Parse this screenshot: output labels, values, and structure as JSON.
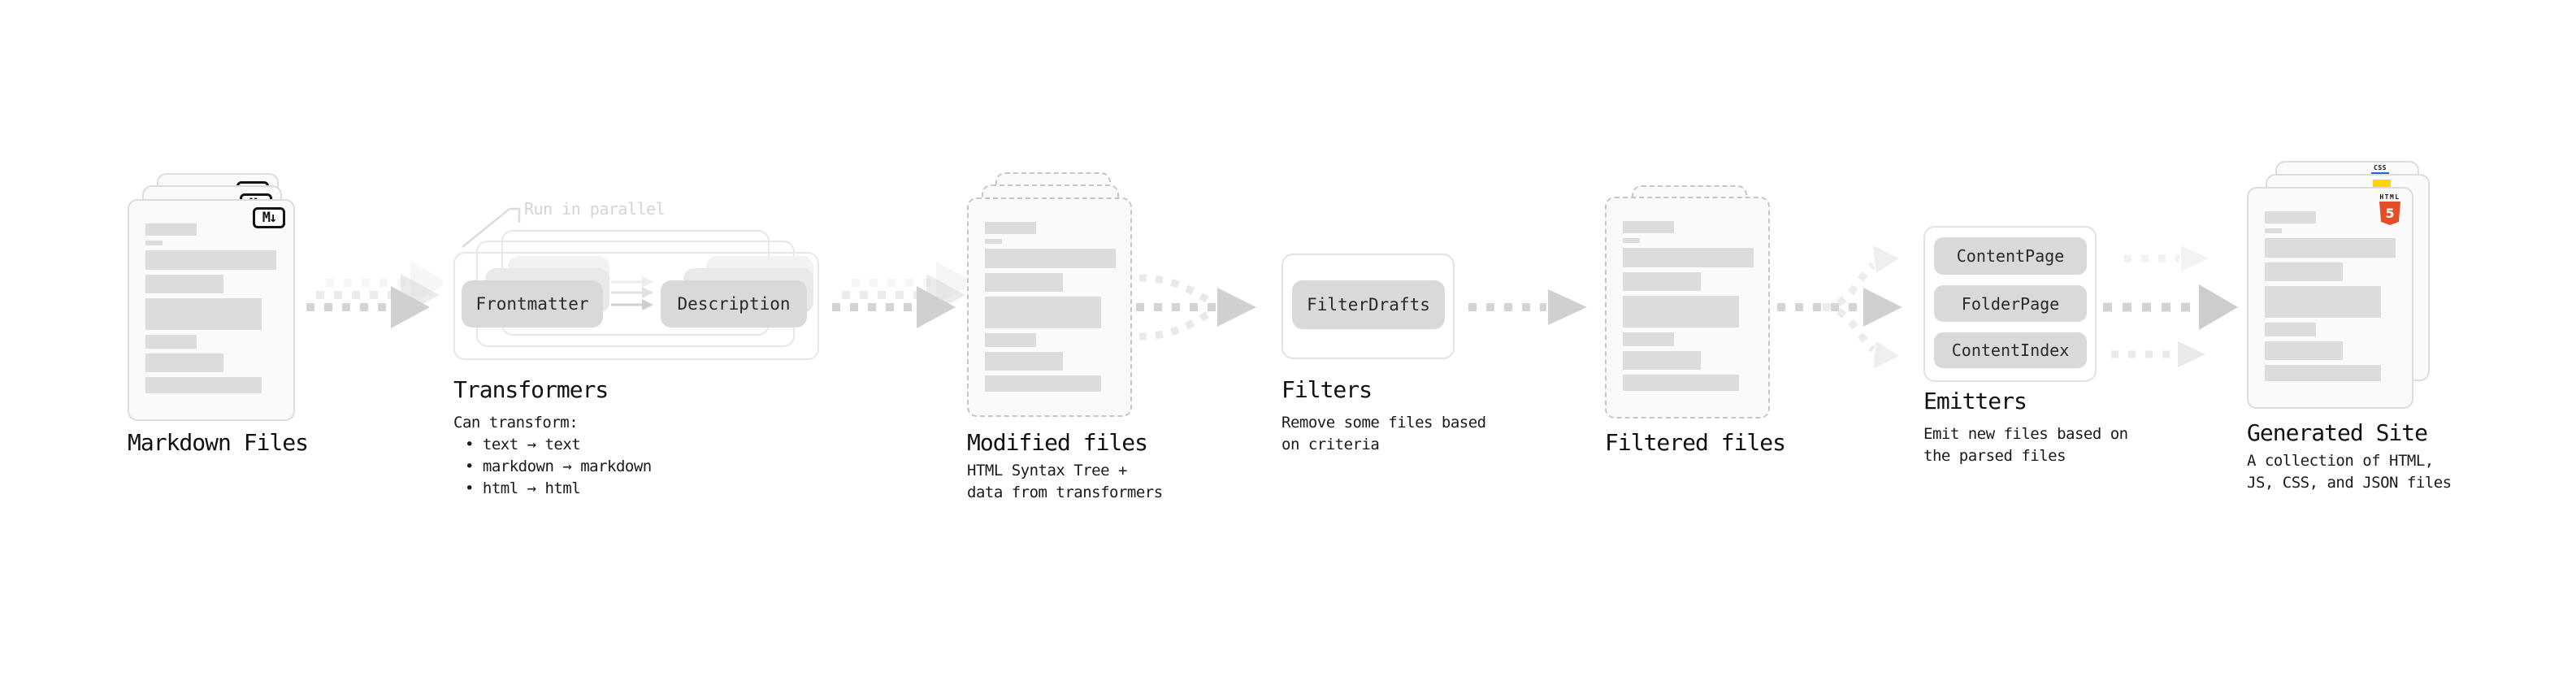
{
  "pipeline_order": [
    "Markdown Files",
    "Transformers",
    "Modified files",
    "Filters",
    "Filtered files",
    "Emitters",
    "Generated Site"
  ],
  "stages": {
    "markdown_files": {
      "label": "Markdown Files"
    },
    "transformers": {
      "label": "Transformers",
      "annotation": "Run in parallel",
      "pills": [
        "Frontmatter",
        "Description"
      ],
      "desc_heading": "Can transform:",
      "bullets": [
        "• text → text",
        "• markdown → markdown",
        "• html → html"
      ]
    },
    "modified_files": {
      "label": "Modified files",
      "desc_lines": [
        "HTML Syntax Tree +",
        "data from transformers"
      ]
    },
    "filters": {
      "label": "Filters",
      "pills": [
        "FilterDrafts"
      ],
      "desc_lines": [
        "Remove some files based",
        "on criteria"
      ]
    },
    "filtered_files": {
      "label": "Filtered files"
    },
    "emitters": {
      "label": "Emitters",
      "pills": [
        "ContentPage",
        "FolderPage",
        "ContentIndex"
      ],
      "desc_lines": [
        "Emit new files based on",
        "the parsed files"
      ]
    },
    "generated_site": {
      "label": "Generated Site",
      "desc_lines": [
        "A collection of HTML,",
        "JS, CSS, and JSON files"
      ]
    }
  },
  "icons": {
    "markdown_badge": "M↓",
    "css_label": "CSS",
    "html_label": "HTML",
    "html_badge_number": "5"
  },
  "colors": {
    "page_bg": "#ffffff",
    "card_bg": "#fafafa",
    "card_border": "#dcdcdc",
    "dashed_border": "#c6c6c6",
    "placeholder_bar": "#dcdcdc",
    "pill_bg": "#d9d9d9",
    "arrow": "#d4d4d4",
    "arrow_faint": "#ececec",
    "text": "#1a1a1a",
    "annotation_text": "#d4d4d4",
    "html5_orange": "#e34f26",
    "js_yellow": "#ffd602",
    "css_blue": "#2760e6"
  }
}
